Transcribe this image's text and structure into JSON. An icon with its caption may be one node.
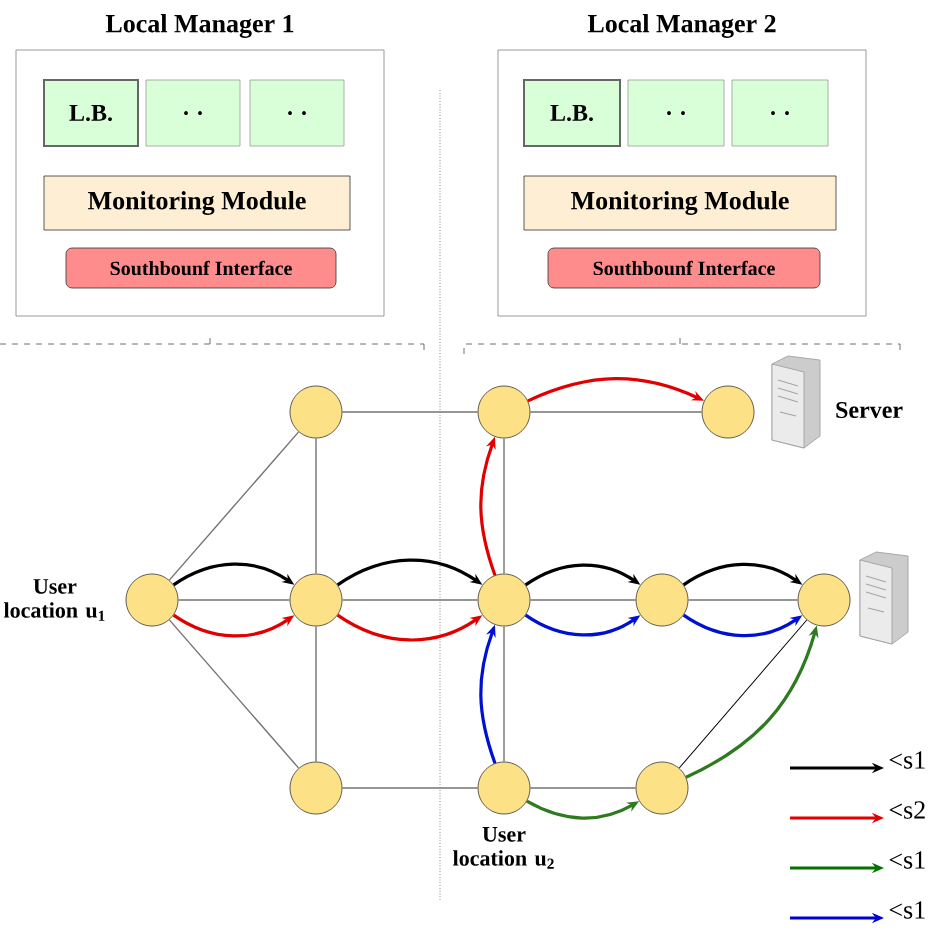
{
  "diagram": {
    "nodes": [
      {
        "text": [
          "Local Manager 1"
        ]
      },
      {
        "text": [
          "L.B."
        ],
        "in": 0
      },
      {
        "text": [
          ". ."
        ],
        "in": 0
      },
      {
        "text": [
          ". ."
        ],
        "in": 0
      },
      {
        "text": [
          "Monitoring Module"
        ],
        "in": 0
      },
      {
        "text": [
          "Southbounf Interface"
        ],
        "in": 0
      },
      {
        "text": [
          "Local Manager 2"
        ]
      },
      {
        "text": [
          "L.B."
        ],
        "in": 6
      },
      {
        "text": [
          ". ."
        ],
        "in": 6
      },
      {
        "text": [
          ". ."
        ],
        "in": 6
      },
      {
        "text": [
          "Monitoring Module"
        ],
        "in": 6
      },
      {
        "text": [
          "Southbounf Interface"
        ],
        "in": 6
      },
      {
        "text": [],
        "shape": "circle",
        "beside": [
          "User location u$_{1}$"
        ]
      },
      {
        "text": [],
        "shape": "circle"
      },
      {
        "text": [],
        "shape": "circle"
      },
      {
        "text": [],
        "shape": "circle"
      },
      {
        "text": [],
        "shape": "circle"
      },
      {
        "text": [],
        "shape": "circle"
      },
      {
        "text": [],
        "shape": "circle",
        "beside": [
          "User location u$_{2}$"
        ]
      },
      {
        "text": [],
        "shape": "circle"
      },
      {
        "text": [],
        "shape": "circle"
      },
      {
        "text": [],
        "shape": "circle"
      },
      {
        "text": [],
        "shape": "circle"
      }
    ],
    "edges": [
      {
        "from": 12,
        "to": 13,
        "arrow": "none"
      },
      {
        "from": 12,
        "to": 14,
        "arrow": "none"
      },
      {
        "from": 12,
        "to": 15,
        "arrow": "none"
      },
      {
        "from": 13,
        "to": 14,
        "arrow": "none"
      },
      {
        "from": 14,
        "to": 15,
        "arrow": "none"
      },
      {
        "from": 13,
        "to": 16,
        "arrow": "none"
      },
      {
        "from": 14,
        "to": 17,
        "arrow": "none"
      },
      {
        "from": 15,
        "to": 18,
        "arrow": "none"
      },
      {
        "from": 16,
        "to": 17,
        "arrow": "none"
      },
      {
        "from": 17,
        "to": 18,
        "arrow": "none"
      },
      {
        "from": 16,
        "to": 19,
        "arrow": "none"
      },
      {
        "from": 17,
        "to": 20,
        "arrow": "none"
      },
      {
        "from": 20,
        "to": 21,
        "arrow": "none"
      },
      {
        "from": 18,
        "to": 22,
        "arrow": "none"
      },
      {
        "from": 22,
        "to": 21,
        "arrow": "none",
        "color": "#000000"
      },
      {
        "from": 12,
        "to": 14,
        "arrow": "to",
        "color": "#000000"
      },
      {
        "from": 14,
        "to": 17,
        "arrow": "to",
        "color": "#000000"
      },
      {
        "from": 17,
        "to": 20,
        "arrow": "to",
        "color": "#000000"
      },
      {
        "from": 20,
        "to": 21,
        "arrow": "to",
        "color": "#000000"
      },
      {
        "from": 12,
        "to": 14,
        "arrow": "to",
        "color": "#e00000"
      },
      {
        "from": 14,
        "to": 17,
        "arrow": "to",
        "color": "#e00000"
      },
      {
        "from": 17,
        "to": 16,
        "arrow": "to",
        "color": "#e00000"
      },
      {
        "from": 16,
        "to": 19,
        "arrow": "to",
        "color": "#e00000"
      },
      {
        "from": 18,
        "to": 17,
        "arrow": "to",
        "color": "#0010d0"
      },
      {
        "from": 17,
        "to": 20,
        "arrow": "to",
        "color": "#0010d0"
      },
      {
        "from": 20,
        "to": 21,
        "arrow": "to",
        "color": "#0010d0"
      },
      {
        "from": 18,
        "to": 22,
        "arrow": "to",
        "color": "#2e7a1e"
      },
      {
        "from": 22,
        "to": 21,
        "arrow": "to",
        "color": "#2e7a1e"
      }
    ],
    "labels": [
      "Server"
    ],
    "legend": [
      {
        "text": "<s1"
      },
      {
        "text": "<s2"
      },
      {
        "text": "<s1"
      },
      {
        "text": "<s1"
      }
    ]
  }
}
